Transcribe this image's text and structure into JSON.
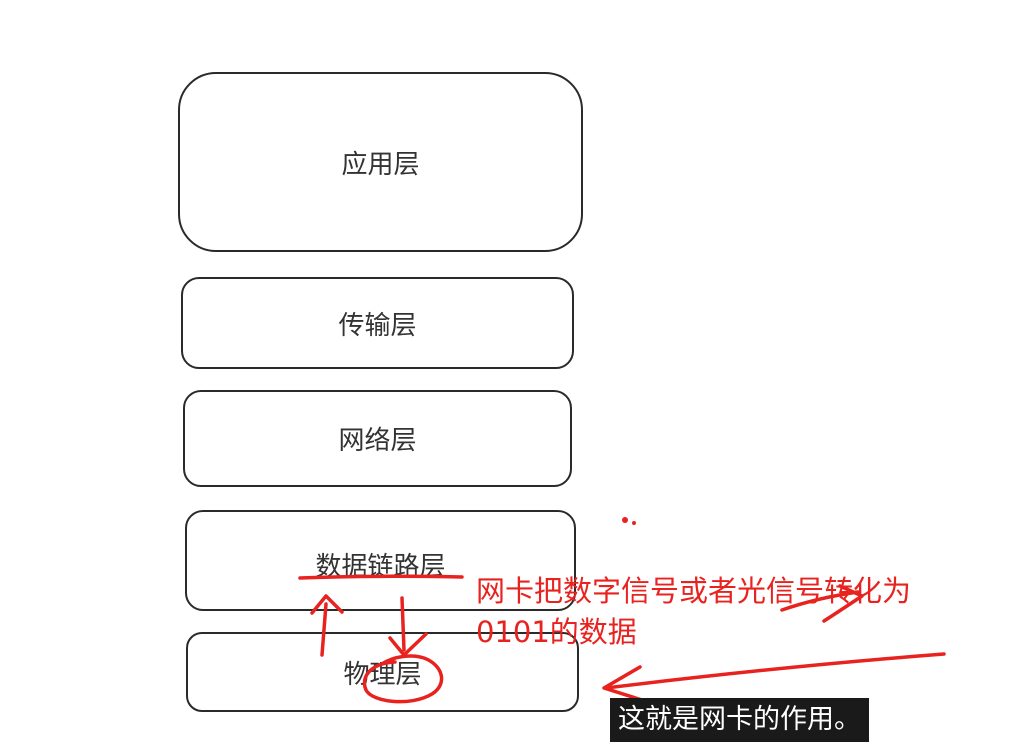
{
  "layers": {
    "application": "应用层",
    "transport": "传输层",
    "network": "网络层",
    "data_link": "数据链路层",
    "physical": "物理层"
  },
  "annotation": {
    "line1": "网卡把数字信号或者光信号转化为",
    "line2": "0101的数据"
  },
  "subtitle": "这就是网卡的作用。",
  "colors": {
    "ink": "#e8231f",
    "box_border": "#2a2a2a",
    "subtitle_bg": "#1a1a1a"
  }
}
